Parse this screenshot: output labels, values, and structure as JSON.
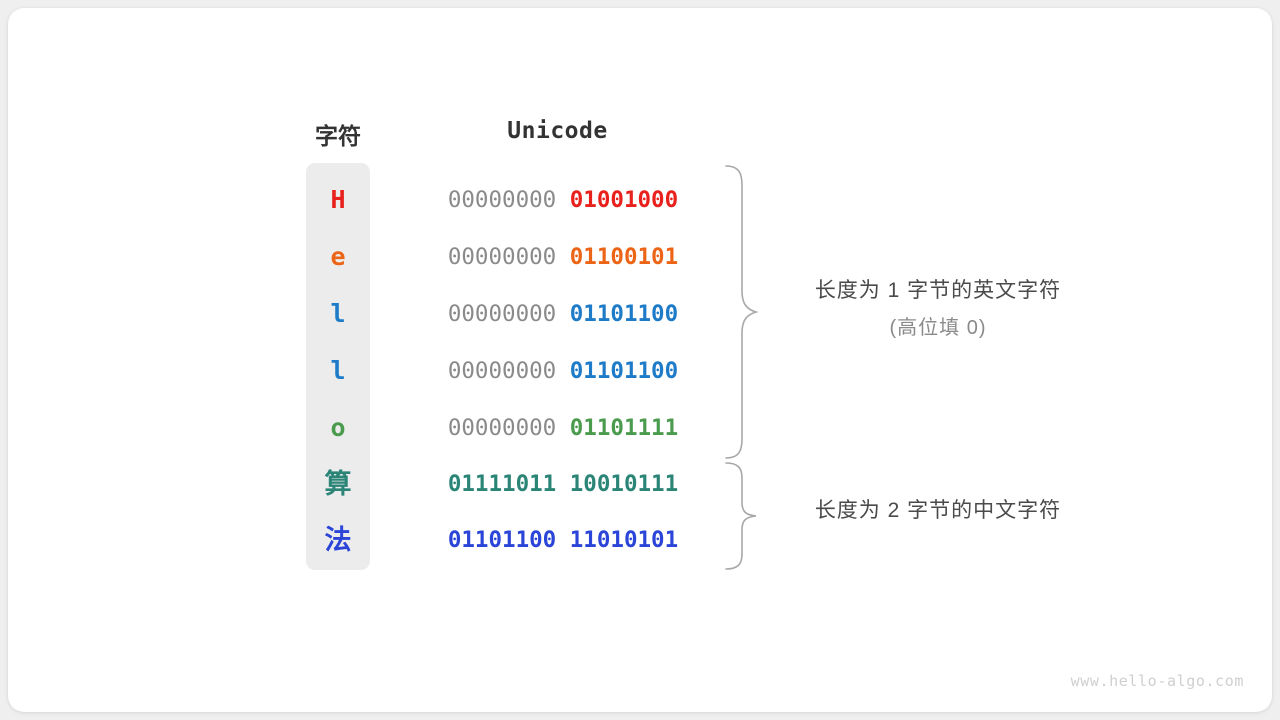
{
  "watermark": "www.hello-algo.com",
  "colors": {
    "page_background": "#efefef",
    "card_background": "#ffffff",
    "char_column_background": "#ececec",
    "header_text": "#333333",
    "leading_zero_gray": "#8a8a8a",
    "note_text": "#4a4a4a",
    "note_sub_text": "#8a8a8a",
    "brace_stroke": "#a8a8a8",
    "watermark_text": "#cfcfcf",
    "red": "#e8211c",
    "orange": "#ec6415",
    "blue": "#1e7bc8",
    "green": "#4a9b4e",
    "teal": "#2a8577",
    "indigo": "#2b45d8"
  },
  "table": {
    "headers": {
      "character": "字符",
      "unicode": "Unicode"
    },
    "rows": [
      {
        "char": "H",
        "char_type": "latin",
        "color": "#e8211c",
        "high_byte": "00000000",
        "low_byte": "01001000",
        "high_is_padding": true
      },
      {
        "char": "e",
        "char_type": "latin",
        "color": "#ec6415",
        "high_byte": "00000000",
        "low_byte": "01100101",
        "high_is_padding": true
      },
      {
        "char": "l",
        "char_type": "latin",
        "color": "#1e7bc8",
        "high_byte": "00000000",
        "low_byte": "01101100",
        "high_is_padding": true
      },
      {
        "char": "l",
        "char_type": "latin",
        "color": "#1e7bc8",
        "high_byte": "00000000",
        "low_byte": "01101100",
        "high_is_padding": true
      },
      {
        "char": "o",
        "char_type": "latin",
        "color": "#4a9b4e",
        "high_byte": "00000000",
        "low_byte": "01101111",
        "high_is_padding": true
      },
      {
        "char": "算",
        "char_type": "cjk",
        "color": "#2a8577",
        "high_byte": "01111011",
        "low_byte": "10010111",
        "high_is_padding": false
      },
      {
        "char": "法",
        "char_type": "cjk",
        "color": "#2b45d8",
        "high_byte": "01101100",
        "low_byte": "11010101",
        "high_is_padding": false
      }
    ]
  },
  "annotations": {
    "english": {
      "line1": "长度为 1 字节的英文字符",
      "line2": "(高位填 0)",
      "covers_rows": [
        0,
        1,
        2,
        3,
        4
      ]
    },
    "chinese": {
      "line1": "长度为 2 字节的中文字符",
      "line2": "",
      "covers_rows": [
        5,
        6
      ]
    }
  }
}
